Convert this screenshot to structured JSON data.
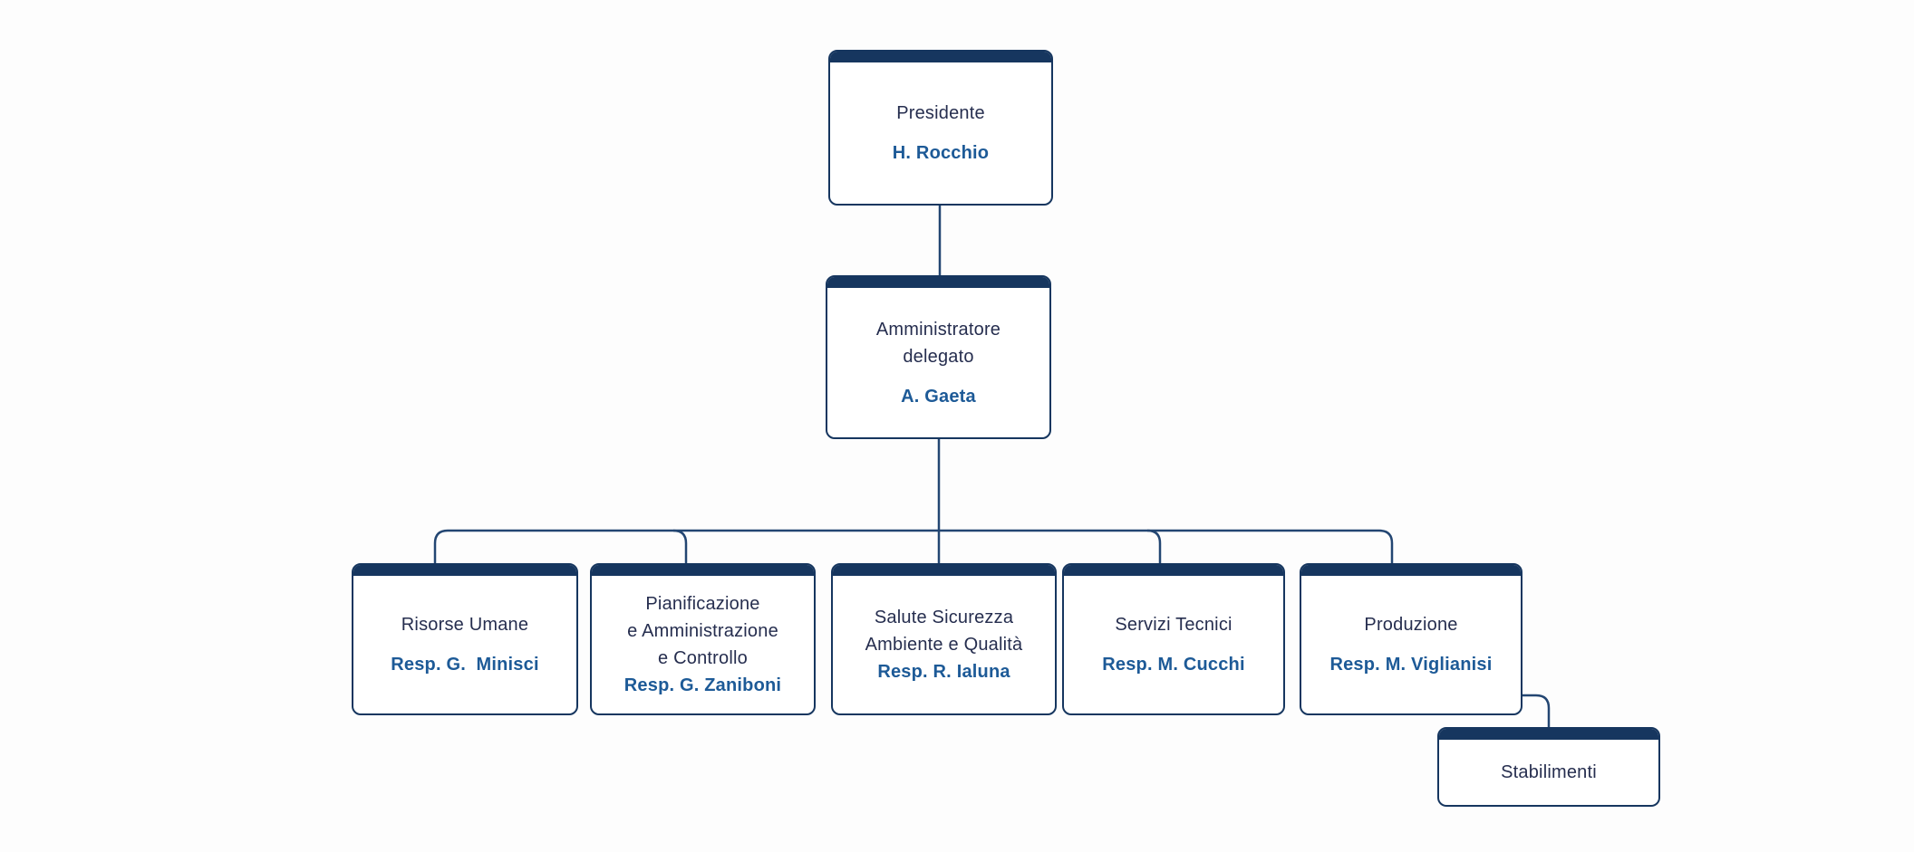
{
  "type": "org-chart",
  "colors": {
    "navy": "#16365f",
    "title_text": "#262e4f",
    "name_text": "#1d5a97",
    "connector": "#234672",
    "background": "#fdfdfd"
  },
  "org": {
    "nodes": [
      {
        "id": "presidente",
        "title_lines": [
          "Presidente"
        ],
        "name": "H. Rocchio"
      },
      {
        "id": "amministratore-delegato",
        "title_lines": [
          "Amministratore",
          "delegato"
        ],
        "name": "A. Gaeta"
      },
      {
        "id": "risorse-umane",
        "title_lines": [
          "Risorse Umane"
        ],
        "name": "Resp. G.  Minisci"
      },
      {
        "id": "pianificazione",
        "title_lines": [
          "Pianificazione",
          "e Amministrazione",
          "e Controllo"
        ],
        "name": "Resp. G. Zaniboni"
      },
      {
        "id": "salute-sicurezza",
        "title_lines": [
          "Salute Sicurezza",
          "Ambiente e Qualità"
        ],
        "name": "Resp. R. Ialuna"
      },
      {
        "id": "servizi-tecnici",
        "title_lines": [
          "Servizi Tecnici"
        ],
        "name": "Resp. M. Cucchi"
      },
      {
        "id": "produzione",
        "title_lines": [
          "Produzione"
        ],
        "name": "Resp. M. Viglianisi"
      },
      {
        "id": "stabilimenti",
        "title_lines": [
          "Stabilimenti"
        ],
        "name": ""
      }
    ],
    "edges": [
      {
        "from": "presidente",
        "to": "amministratore-delegato"
      },
      {
        "from": "amministratore-delegato",
        "to": "risorse-umane"
      },
      {
        "from": "amministratore-delegato",
        "to": "pianificazione"
      },
      {
        "from": "amministratore-delegato",
        "to": "salute-sicurezza"
      },
      {
        "from": "amministratore-delegato",
        "to": "servizi-tecnici"
      },
      {
        "from": "amministratore-delegato",
        "to": "produzione"
      },
      {
        "from": "produzione",
        "to": "stabilimenti"
      }
    ]
  }
}
